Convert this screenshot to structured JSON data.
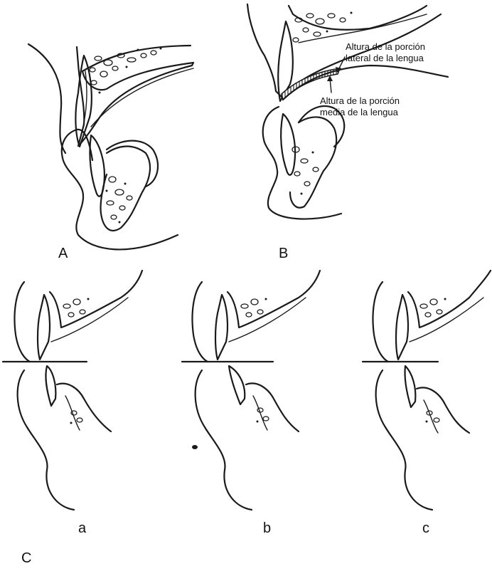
{
  "panels": {
    "A": {
      "label": "A"
    },
    "B": {
      "label": "B",
      "annotation_lateral_line1": "Altura de la porción",
      "annotation_lateral_line2": "lateral de la lengua",
      "annotation_media_line1": "Altura de la porción",
      "annotation_media_line2": "media de la lengua"
    },
    "C": {
      "label": "C",
      "sub_a": "a",
      "sub_b": "b",
      "sub_c": "c"
    }
  },
  "colors": {
    "ink": "#1a1a1a",
    "paper": "#ffffff"
  }
}
